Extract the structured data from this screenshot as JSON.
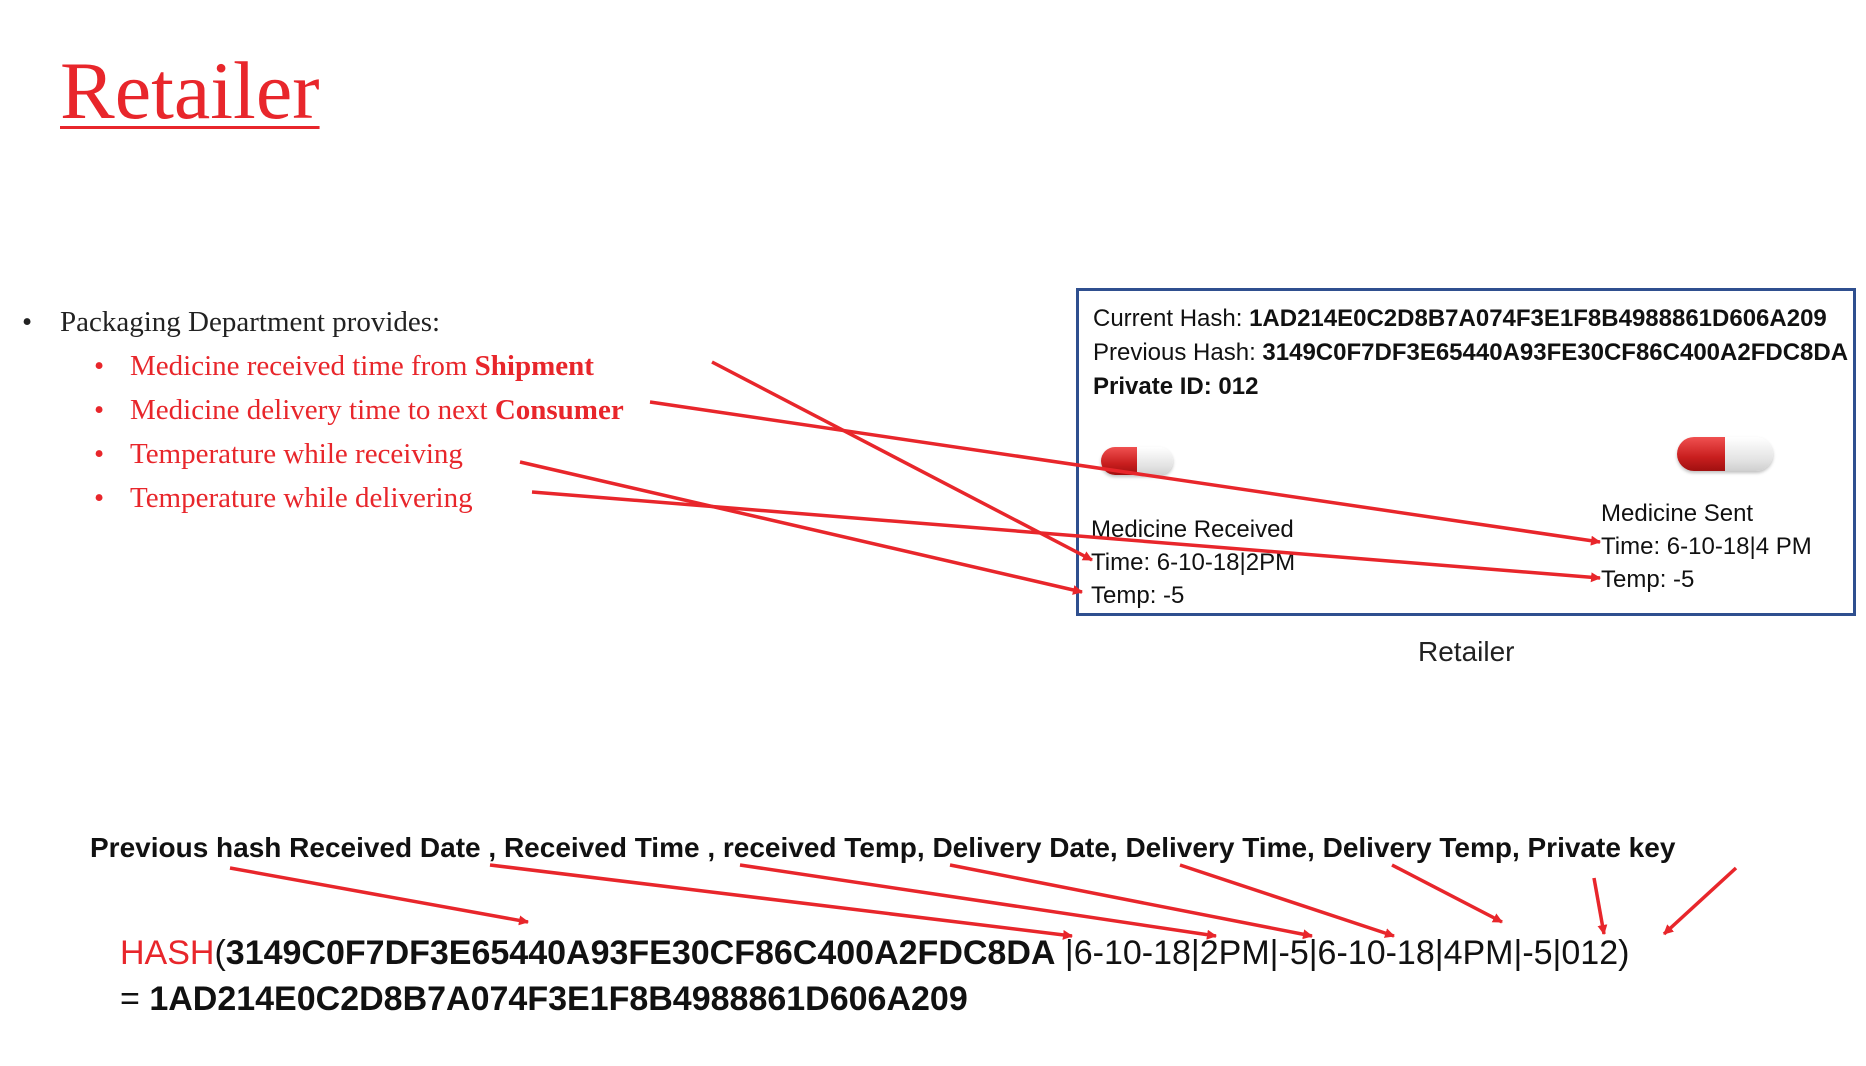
{
  "title": "Retailer",
  "colors": {
    "accent": "#e8262b",
    "block_border": "#2f4f8f",
    "text": "#111111"
  },
  "bullets": {
    "main": "Packaging Department provides:",
    "items": [
      {
        "text": "Medicine received time from ",
        "bold": "Shipment"
      },
      {
        "text": "Medicine delivery time to next ",
        "bold": "Consumer"
      },
      {
        "text": "Temperature  while receiving",
        "bold": ""
      },
      {
        "text": "Temperature  while delivering",
        "bold": ""
      }
    ]
  },
  "block": {
    "current_hash_label": "Current Hash: ",
    "current_hash": "1AD214E0C2D8B7A074F3E1F8B4988861D606A209",
    "previous_hash_label": "Previous Hash: ",
    "previous_hash": "3149C0F7DF3E65440A93FE30CF86C400A2FDC8DA",
    "private_id": "Private ID: 012",
    "received": {
      "title": "Medicine Received",
      "time": "Time: 6-10-18|2PM",
      "temp": "Temp: -5"
    },
    "sent": {
      "title": "Medicine Sent",
      "time": "Time: 6-10-18|4 PM",
      "temp": "Temp: -5"
    },
    "label": "Retailer"
  },
  "fields_line": "Previous hash  Received Date , Received Time , received Temp, Delivery Date, Delivery Time, Delivery Temp, Private key",
  "formula": {
    "fn": "HASH",
    "open": "(",
    "hash": "3149C0F7DF3E65440A93FE30CF86C400A2FDC8DA",
    "rest": " |6-10-18|2PM|-5|6-10-18|4PM|-5|012)",
    "result_prefix": "= ",
    "result": "1AD214E0C2D8B7A074F3E1F8B4988861D606A209"
  },
  "icons": [
    "capsule-icon"
  ]
}
